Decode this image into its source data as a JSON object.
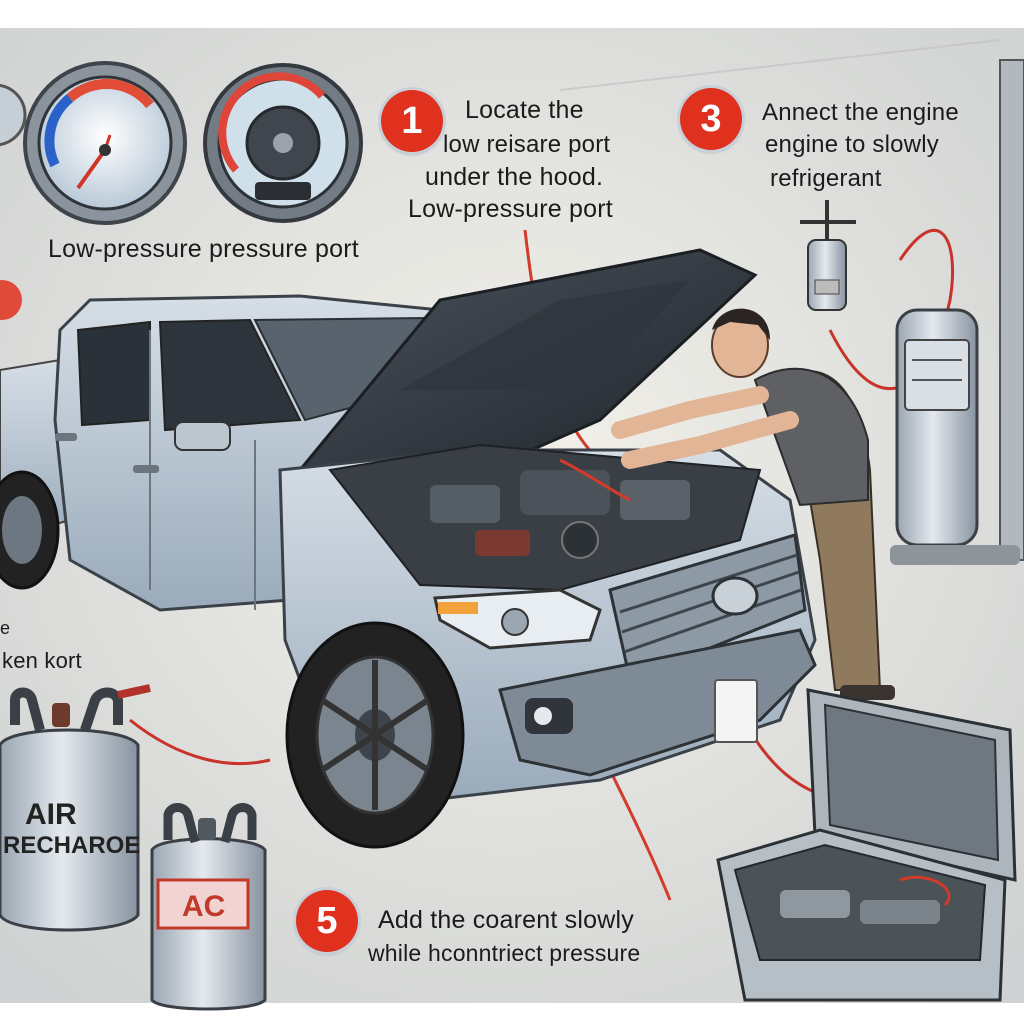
{
  "steps": {
    "step1": {
      "number": "1",
      "lines": [
        "Locate the",
        "low reisare port",
        "under the hood.",
        "Low-pressure port"
      ]
    },
    "step3": {
      "number": "3",
      "lines": [
        "Annect the engine",
        "engine to slowly",
        "refrigerant"
      ]
    },
    "step5": {
      "number": "5",
      "lines": [
        "Add the coarent slowly",
        "while hconntriect pressure"
      ]
    }
  },
  "gauge_caption": "Low-pressure pressure port",
  "left_fragments": [
    "e",
    "ken kort"
  ],
  "cans": {
    "big_can": [
      "AIR",
      "RECHAROE"
    ],
    "small_can": "AC"
  },
  "colors": {
    "badge": "#e0301e",
    "hose": "#d23a2a",
    "truck": "#b9c7d3",
    "background": "#e9e6dc"
  }
}
